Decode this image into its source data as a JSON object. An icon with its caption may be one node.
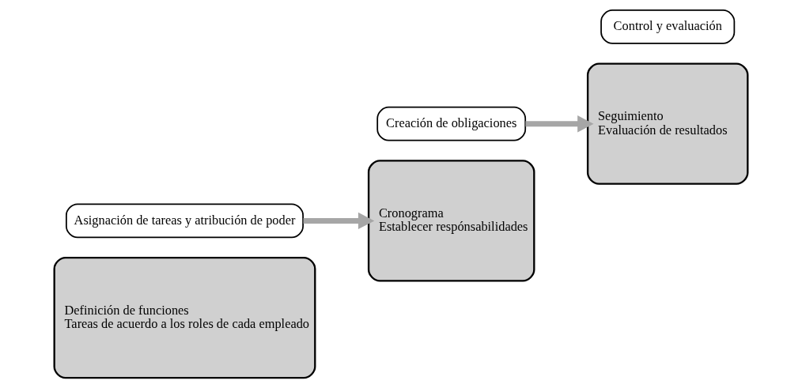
{
  "diagram": {
    "nodes": [
      {
        "text": [
          "Definición de funciones",
          "Tareas de acuerdo a los roles de cada empleado"
        ]
      },
      {
        "text": [
          "Asignación de tareas y atribución de poder"
        ]
      },
      {
        "text": [
          "Creación de obligaciones"
        ]
      },
      {
        "text": [
          "Cronograma",
          "Establecer respónsabilidades"
        ]
      },
      {
        "text": [
          "Seguimiento",
          "Evaluación de resultados"
        ]
      },
      {
        "text": [
          "Control y evaluación"
        ]
      }
    ],
    "edges": [
      {
        "from": 1,
        "to": 3,
        "arrow": "to"
      },
      {
        "from": 2,
        "to": 4,
        "arrow": "to"
      }
    ]
  }
}
